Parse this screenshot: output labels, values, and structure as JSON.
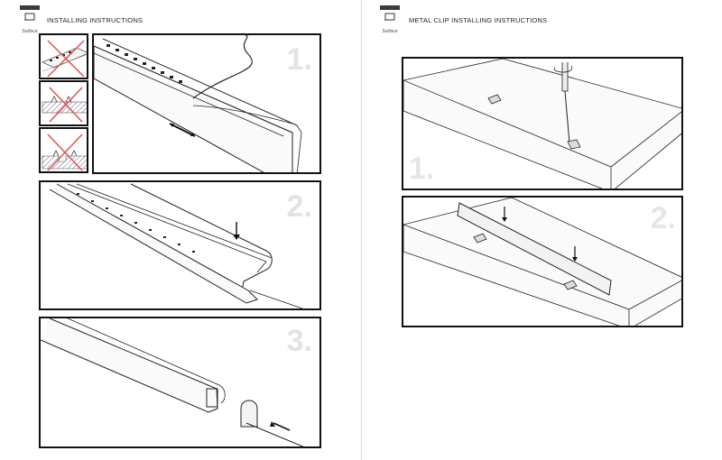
{
  "left_page": {
    "badge_caption": "Surface",
    "title": "INSTALLING INSTRUCTIONS",
    "steps": [
      "1.",
      "2.",
      "3."
    ]
  },
  "right_page": {
    "badge_caption": "Surface",
    "title": "METAL CLIP INSTALLING INSTRUCTIONS",
    "steps": [
      "1.",
      "2."
    ]
  },
  "colors": {
    "frame": "#111111",
    "step_number": "#e3e3e3",
    "warning_cross": "#d9534f",
    "hatch": "#6a5d9e"
  }
}
